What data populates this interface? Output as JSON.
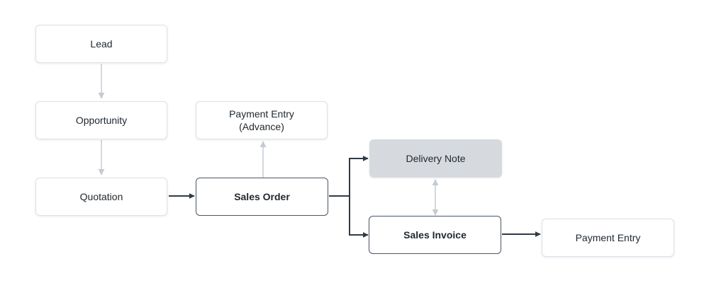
{
  "diagram": {
    "nodes": {
      "lead": "Lead",
      "opportunity": "Opportunity",
      "quotation": "Quotation",
      "payment_entry_advance": "Payment Entry\n(Advance)",
      "sales_order": "Sales Order",
      "delivery_note": "Delivery Note",
      "sales_invoice": "Sales Invoice",
      "payment_entry": "Payment Entry"
    },
    "edges": [
      {
        "from": "lead",
        "to": "opportunity",
        "style": "light"
      },
      {
        "from": "opportunity",
        "to": "quotation",
        "style": "light"
      },
      {
        "from": "quotation",
        "to": "sales_order",
        "style": "dark"
      },
      {
        "from": "sales_order",
        "to": "payment_entry_advance",
        "style": "light"
      },
      {
        "from": "sales_order",
        "to": "delivery_note",
        "style": "dark"
      },
      {
        "from": "sales_order",
        "to": "sales_invoice",
        "style": "dark"
      },
      {
        "from": "delivery_note",
        "to": "sales_invoice",
        "style": "light-bidirectional"
      },
      {
        "from": "sales_invoice",
        "to": "payment_entry",
        "style": "dark"
      }
    ],
    "colors": {
      "dark_connector": "#2f3a45",
      "light_connector": "#c4cbd2",
      "node_border": "#dde1e6",
      "strong_border": "#4a5563",
      "filled_node": "#d6dade",
      "text": "#1f272e"
    }
  }
}
